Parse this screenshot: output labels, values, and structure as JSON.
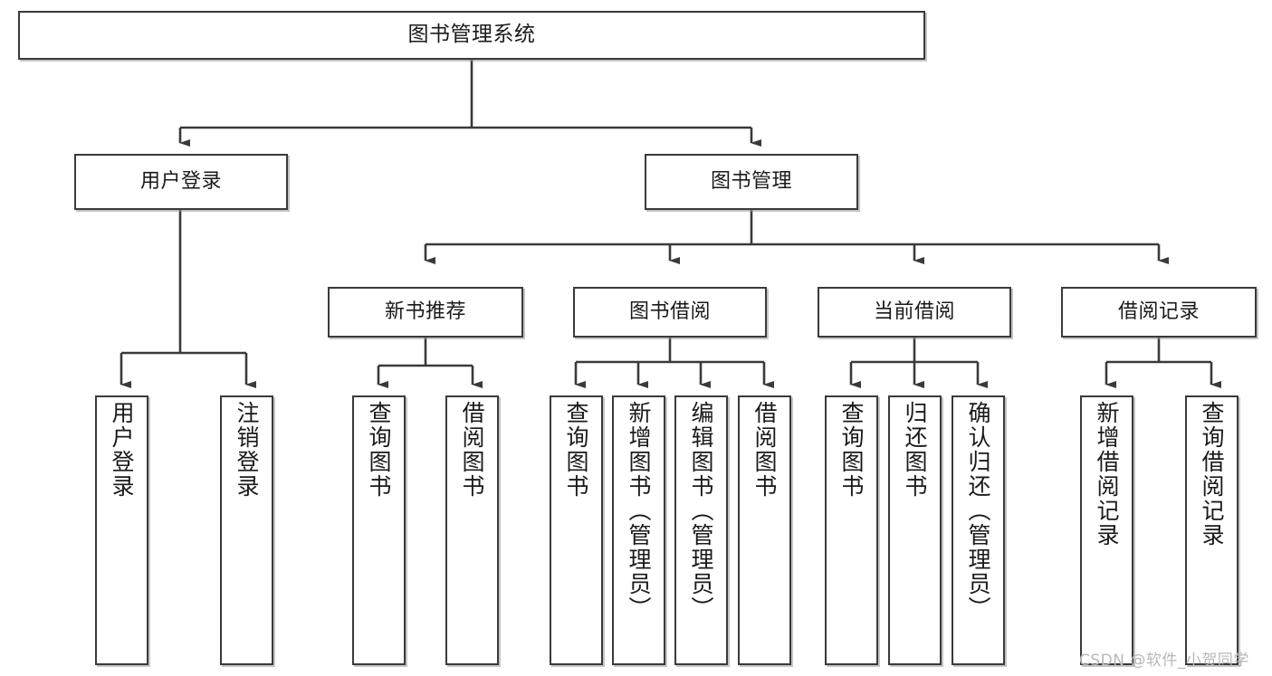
{
  "diagram": {
    "title": "图书管理系统",
    "type": "functional-structure-tree",
    "watermark": "CSDN @软件_小贺同学",
    "root": {
      "label": "图书管理系统"
    },
    "level1": [
      {
        "label": "用户登录"
      },
      {
        "label": "图书管理"
      }
    ],
    "level2": [
      {
        "label": "新书推荐"
      },
      {
        "label": "图书借阅"
      },
      {
        "label": "当前借阅"
      },
      {
        "label": "借阅记录"
      }
    ],
    "leaves": [
      {
        "label": "用户登录",
        "parent": "用户登录"
      },
      {
        "label": "注销登录",
        "parent": "用户登录"
      },
      {
        "label": "查询图书",
        "parent": "新书推荐"
      },
      {
        "label": "借阅图书",
        "parent": "新书推荐"
      },
      {
        "label": "查询图书",
        "parent": "图书借阅"
      },
      {
        "label": "新增图书（管理员）",
        "parent": "图书借阅"
      },
      {
        "label": "编辑图书（管理员）",
        "parent": "图书借阅"
      },
      {
        "label": "借阅图书",
        "parent": "图书借阅"
      },
      {
        "label": "查询图书",
        "parent": "当前借阅"
      },
      {
        "label": "归还图书",
        "parent": "当前借阅"
      },
      {
        "label": "确认归还（管理员）",
        "parent": "当前借阅"
      },
      {
        "label": "新增借阅记录",
        "parent": "借阅记录"
      },
      {
        "label": "查询借阅记录",
        "parent": "借阅记录"
      }
    ],
    "colors": {
      "stroke": "#3a3a3a",
      "fill": "#ffffff",
      "text": "#1a1a1a",
      "shadow": "#969696",
      "watermark": "#b8b8b8"
    }
  }
}
